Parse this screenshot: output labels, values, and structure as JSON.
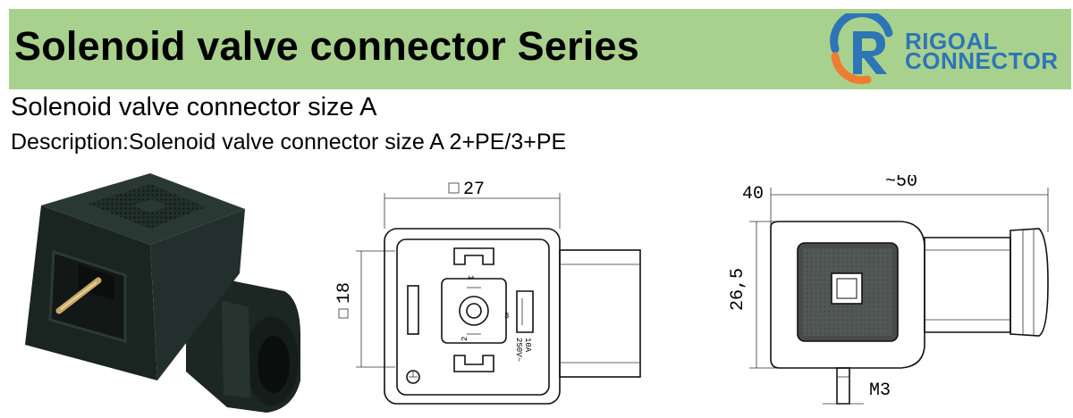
{
  "header": {
    "title": "Solenoid valve connector Series",
    "background_color": "#a9d18e"
  },
  "logo": {
    "brand_line1": "RIGOAL",
    "brand_line2": "CONNECTOR",
    "brand_color": "#2e75b6",
    "accent_color": "#ed7d31"
  },
  "subtitle": "Solenoid valve connector size A",
  "description": "Description:Solenoid valve connector size A  2+PE/3+PE",
  "front_drawing": {
    "width_label": "27",
    "height_label": "18",
    "pin_labels": [
      "1",
      "2",
      "3"
    ],
    "rating_line1": "10A",
    "rating_line2": "250V~"
  },
  "side_drawing": {
    "left_dim": "40",
    "length_dim": "~50",
    "height_dim": "26,5",
    "screw_label": "M3"
  }
}
